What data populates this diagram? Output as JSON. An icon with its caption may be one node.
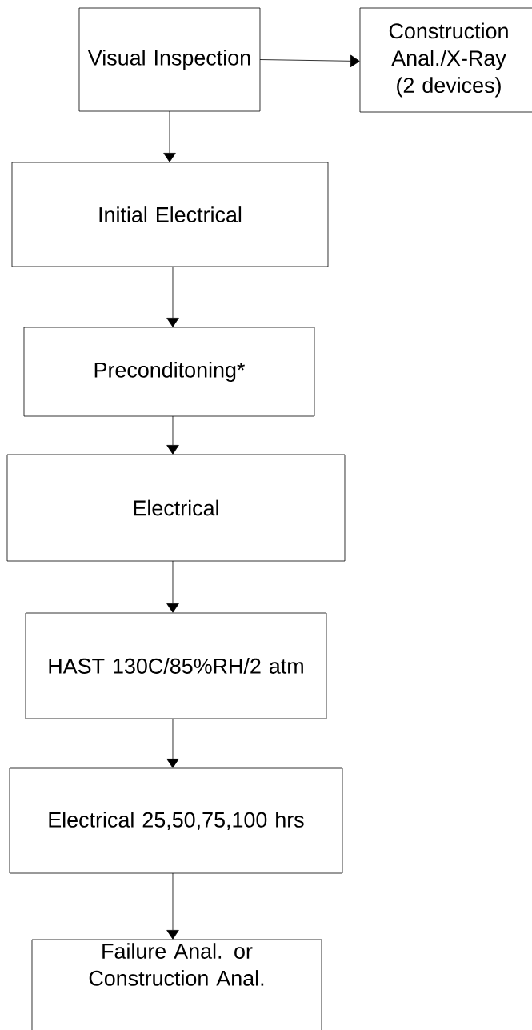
{
  "diagram": {
    "nodes": [
      {
        "text": [
          "Visual Inspection"
        ]
      },
      {
        "text": [
          "Construction Anal./X-Ray (2 devices)"
        ]
      },
      {
        "text": [
          "Initial Electrical"
        ]
      },
      {
        "text": [
          "Preconditoning*"
        ]
      },
      {
        "text": [
          "Electrical"
        ]
      },
      {
        "text": [
          "HAST 130C/85%RH/2 atm"
        ]
      },
      {
        "text": [
          "Electrical 25,50,75,100 hrs"
        ]
      },
      {
        "text": [
          "Failure Anal. or Construction Anal."
        ]
      }
    ],
    "edges": [
      {
        "from": 0,
        "to": 1,
        "arrow": "to"
      },
      {
        "from": 0,
        "to": 2,
        "arrow": "to"
      },
      {
        "from": 2,
        "to": 3,
        "arrow": "to"
      },
      {
        "from": 3,
        "to": 4,
        "arrow": "to"
      },
      {
        "from": 4,
        "to": 5,
        "arrow": "to"
      },
      {
        "from": 5,
        "to": 6,
        "arrow": "to"
      },
      {
        "from": 6,
        "to": 7,
        "arrow": "to"
      }
    ]
  }
}
